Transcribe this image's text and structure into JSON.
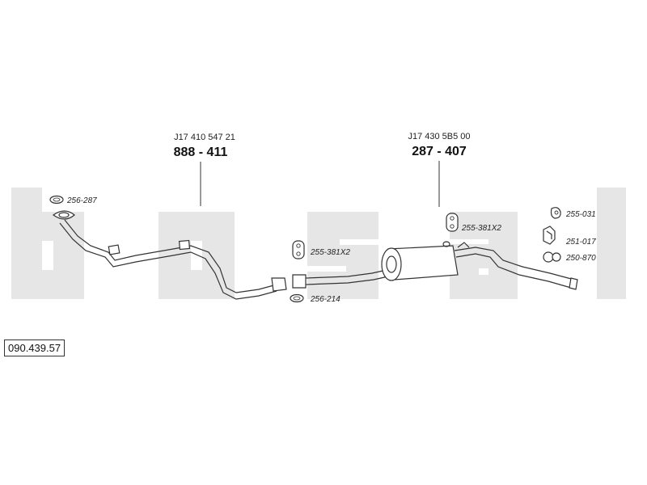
{
  "watermark": {
    "text": "bosal",
    "color": "#e6e6e6"
  },
  "assemblies": [
    {
      "oem_number": "J17 410 547 21",
      "part_number": "888 - 411"
    },
    {
      "oem_number": "J17 430 5B5 00",
      "part_number": "287 - 407"
    }
  ],
  "parts": [
    {
      "label": "256-287",
      "icon": "gasket-ring-icon"
    },
    {
      "label": "255-381X2",
      "icon": "rubber-hanger-icon"
    },
    {
      "label": "256-214",
      "icon": "gasket-ring-icon"
    },
    {
      "label": "255-381X2",
      "icon": "rubber-hanger-icon"
    },
    {
      "label": "255-031",
      "icon": "mounting-rubber-icon"
    },
    {
      "label": "251-017",
      "icon": "clamp-bracket-icon"
    },
    {
      "label": "250-870",
      "icon": "pipe-clamp-icon"
    }
  ],
  "reference_code": "090.439.57",
  "colors": {
    "line": "#333333",
    "pipe_fill": "#ffffff",
    "text": "#222222"
  }
}
